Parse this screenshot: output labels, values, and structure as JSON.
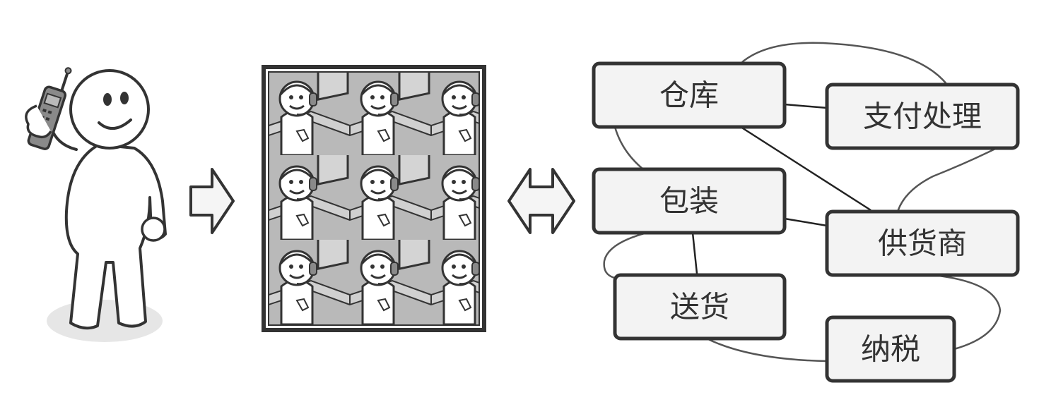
{
  "colors": {
    "ink": "#333333",
    "box_fill": "#f3f3f3",
    "gray_dark": "#8a8a8a",
    "gray_mid": "#b9b9b9",
    "gray_light": "#d4d4d4",
    "shadow": "#e6e6e6"
  },
  "icons": {
    "customer": "person-with-phone-icon",
    "call_center": "call-center-operators-icon",
    "arrow_in": "right-arrow-icon",
    "arrow_both": "double-arrow-icon"
  },
  "nodes": {
    "warehouse": "仓库",
    "payment": "支付处理",
    "packaging": "包装",
    "supplier": "供货商",
    "delivery": "送货",
    "tax": "纳税"
  }
}
